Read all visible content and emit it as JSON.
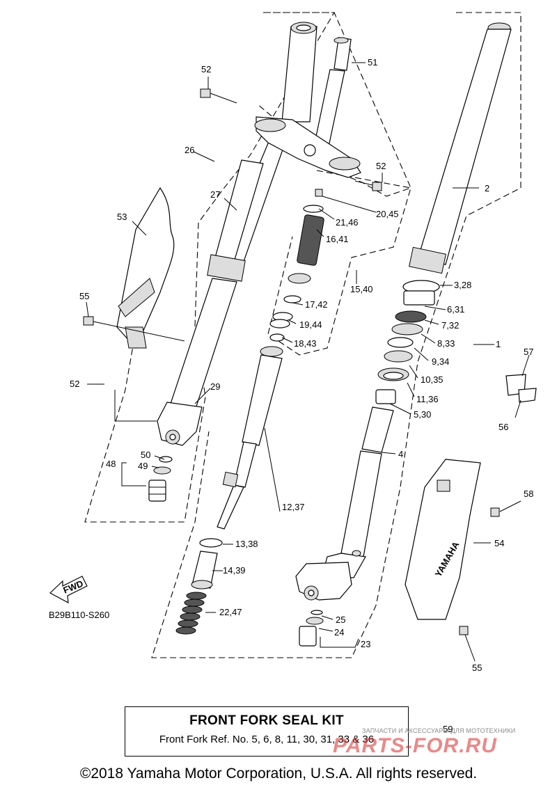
{
  "callouts": {
    "c1": "1",
    "c2": "2",
    "c3_28": "3,28",
    "c4": "4",
    "c5_30": "5,30",
    "c6_31": "6,31",
    "c7_32": "7,32",
    "c8_33": "8,33",
    "c9_34": "9,34",
    "c10_35": "10,35",
    "c11_36": "11,36",
    "c12_37": "12,37",
    "c13_38": "13,38",
    "c14_39": "14,39",
    "c15_40": "15,40",
    "c16_41": "16,41",
    "c17_42": "17,42",
    "c18_43": "18,43",
    "c19_44": "19,44",
    "c20_45": "20,45",
    "c21_46": "21,46",
    "c22_47": "22,47",
    "c23": "23",
    "c24": "24",
    "c25": "25",
    "c26": "26",
    "c27": "27",
    "c29": "29",
    "c48": "48",
    "c49": "49",
    "c50": "50",
    "c51": "51",
    "c52a": "52",
    "c52b": "52",
    "c52c": "52",
    "c53": "53",
    "c54": "54",
    "c55a": "55",
    "c55b": "55",
    "c56": "56",
    "c57": "57",
    "c58": "58"
  },
  "fwd_arrow": "FWD",
  "guard_brand": "YAMAHA",
  "reference_code": "B29B110-S260",
  "seal_kit": {
    "title": "FRONT FORK SEAL KIT",
    "subtitle": "Front Fork Ref. No. 5, 6, 8, 11, 30, 31, 33 & 36"
  },
  "part_59": "59",
  "watermark": {
    "tagline": "ЗАПЧАСТИ И АКСЕССУАРЫ ДЛЯ МОТОТЕХНИКИ",
    "logo": "PARTS-FOR.RU"
  },
  "copyright": "©2018 Yamaha Motor Corporation, U.S.A. All rights reserved."
}
